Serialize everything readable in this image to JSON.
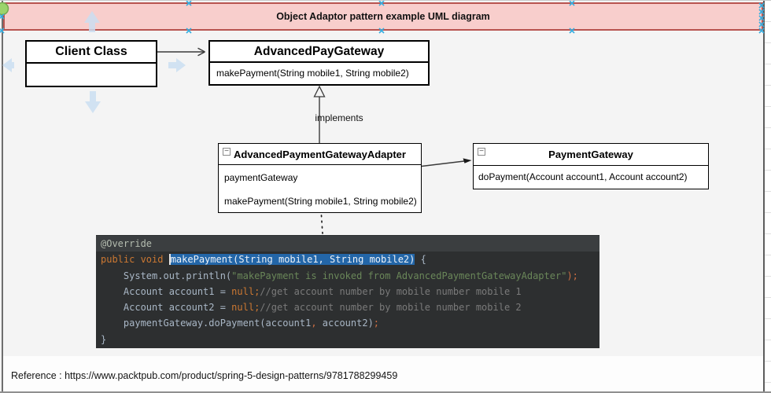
{
  "header": {
    "title": "Object Adaptor pattern example UML diagram",
    "fill_color": "#f8cecc",
    "border_color": "#b85450"
  },
  "diagram": {
    "client_class": {
      "title": "Client Class"
    },
    "advanced_pay_gateway": {
      "title": "AdvancedPayGateway",
      "method": "makePayment(String mobile1, String mobile2)"
    },
    "implements_label": "implements",
    "adapter": {
      "title": "AdvancedPaymentGatewayAdapter",
      "field": "paymentGateway",
      "method": "makePayment(String mobile1, String mobile2)"
    },
    "payment_gateway": {
      "title": "PaymentGateway",
      "method": "doPayment(Account account1, Account account2)"
    }
  },
  "icons": {
    "collapse_glyph": "−"
  },
  "colors": {
    "canvas_bg": "#f4f4f4",
    "code_bg": "#2d2f30",
    "code_selection": "#2366a8",
    "code_keyword": "#cc7832",
    "code_string": "#6a8759",
    "code_comment": "#7a7a7a",
    "selection_handle": "#35aee0",
    "hover_arrow": "#c9def2"
  },
  "code": {
    "lines": [
      {
        "hl": true,
        "tokens": [
          {
            "t": "@Override",
            "c": "ann"
          }
        ]
      },
      {
        "hl": false,
        "tokens": [
          {
            "t": "public void ",
            "c": "kw"
          },
          {
            "t": "makePayment(String mobile1, String mobile2)",
            "c": "sel"
          },
          {
            "t": " {",
            "c": "plain"
          }
        ]
      },
      {
        "hl": false,
        "tokens": [
          {
            "t": "    System.out.println(",
            "c": "plain"
          },
          {
            "t": "\"makePayment is invoked from AdvancedPaymentGatewayAdapter\"",
            "c": "str"
          },
          {
            "t": ");",
            "c": "semi"
          }
        ]
      },
      {
        "hl": false,
        "tokens": [
          {
            "t": "    Account account1 = ",
            "c": "plain"
          },
          {
            "t": "null;",
            "c": "kw"
          },
          {
            "t": "//get account number by mobile number mobile 1",
            "c": "cmt"
          }
        ]
      },
      {
        "hl": false,
        "tokens": [
          {
            "t": "    Account account2 = ",
            "c": "plain"
          },
          {
            "t": "null;",
            "c": "kw"
          },
          {
            "t": "//get account number by mobile number mobile 2",
            "c": "cmt"
          }
        ]
      },
      {
        "hl": false,
        "tokens": [
          {
            "t": "    paymentGateway.doPayment(account1",
            "c": "plain"
          },
          {
            "t": ",",
            "c": "semi"
          },
          {
            "t": " account2)",
            "c": "plain"
          },
          {
            "t": ";",
            "c": "semi"
          }
        ]
      },
      {
        "hl": false,
        "tokens": [
          {
            "t": "}",
            "c": "plain"
          }
        ]
      }
    ]
  },
  "footer": {
    "reference": "Reference : https://www.packtpub.com/product/spring-5-design-patterns/9781788299459"
  }
}
